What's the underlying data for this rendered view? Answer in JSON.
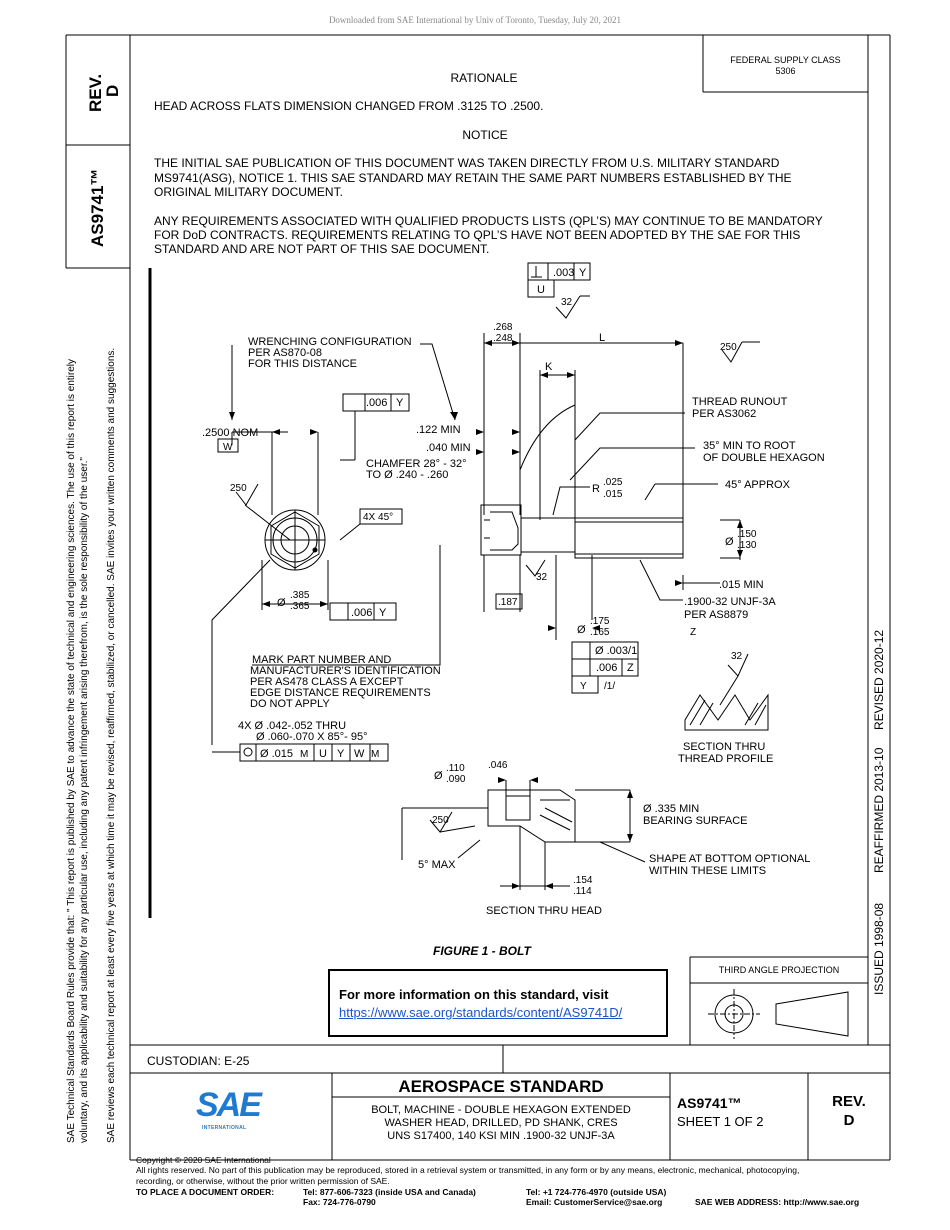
{
  "download_note": "Downloaded from SAE International by Univ of Toronto, Tuesday, July 20, 2021",
  "left_panel": {
    "rev_label": "REV.",
    "rev_value": "D",
    "doc_number": "AS9741™",
    "disclaimer_1": "SAE Technical Standards Board Rules provide that: \" This report is published by SAE to advance the state of technical and engineering sciences. The use of this report is entirely",
    "disclaimer_2": "voluntary, and its applicability and suitability for any particular use, including any patent infringement arising therefrom, is the sole responsibility of the user.\"",
    "disclaimer_3": "SAE reviews each technical report at least every five years at which time it may be revised, reaffirmed, stabilized, or cancelled. SAE invites your written comments and suggestions."
  },
  "right_panel": {
    "supply_class_line1": "FEDERAL SUPPLY CLASS",
    "supply_class_line2": "5306",
    "issued": "ISSUED 1998-08",
    "reaffirmed": "REAFFIRMED 2013-10",
    "revised": "REVISED 2020-12"
  },
  "text": {
    "rationale_heading": "RATIONALE",
    "rationale_body": "HEAD ACROSS FLATS DIMENSION CHANGED FROM .3125 TO .2500.",
    "notice_heading": "NOTICE",
    "notice_p1_l1": "THE INITIAL SAE PUBLICATION OF THIS DOCUMENT WAS TAKEN DIRECTLY FROM U.S. MILITARY STANDARD",
    "notice_p1_l2": "MS9741(ASG), NOTICE 1. THIS SAE STANDARD MAY RETAIN THE SAME PART NUMBERS ESTABLISHED BY THE",
    "notice_p1_l3": "ORIGINAL MILITARY DOCUMENT.",
    "notice_p2_l1": "ANY REQUIREMENTS ASSOCIATED WITH QUALIFIED PRODUCTS LISTS (QPL’S) MAY CONTINUE TO BE MANDATORY",
    "notice_p2_l2": "FOR DoD CONTRACTS. REQUIREMENTS RELATING TO QPL’S HAVE NOT BEEN ADOPTED BY THE SAE FOR THIS",
    "notice_p2_l3": "STANDARD AND ARE NOT PART OF THIS SAE DOCUMENT."
  },
  "drawing": {
    "tol_003": ".003",
    "datum_y": "Y",
    "datum_u": "U",
    "surface_32": "32",
    "dim_268": ".268",
    "dim_248": ".248",
    "dim_L": "L",
    "surface_250": "250",
    "dim_K": "K",
    "wrench_l1": "WRENCHING CONFIGURATION",
    "wrench_l2": "PER AS870-08",
    "wrench_l3": "FOR THIS DISTANCE",
    "tol_006": ".006",
    "nom_2500": ".2500 NOM",
    "datum_w": "W",
    "min_122": ".122 MIN",
    "min_040": ".040 MIN",
    "chamfer_l1": "CHAMFER 28° - 32°",
    "chamfer_l2": "TO Ø .240 - .260",
    "runout_l1": "THREAD RUNOUT",
    "runout_l2": "PER AS3062",
    "root_l1": "35° MIN TO ROOT",
    "root_l2": "OF DOUBLE HEXAGON",
    "approx_45": "45° APPROX",
    "r_label": "R",
    "r_025": ".025",
    "r_015": ".015",
    "four_x_45": "4X 45°",
    "dia_150": ".150",
    "dia_130": ".130",
    "dia_symbol": "Ø",
    "dia_385": ".385",
    "dia_365": ".365",
    "dim_187": ".187",
    "min_015": ".015 MIN",
    "thread_l1": ".1900-32 UNJF-3A",
    "thread_l2": "PER AS8879",
    "datum_z": "Z",
    "dia_175": ".175",
    "dia_165": ".165",
    "tol_003_1": "Ø .003/1",
    "datum_z2": "Z",
    "fcf_1": "/1/",
    "mark_l1": "MARK PART NUMBER AND",
    "mark_l2": "MANUFACTURER'S IDENTIFICATION",
    "mark_l3": "PER AS478 CLASS A EXCEPT",
    "mark_l4": "EDGE DISTANCE REQUIREMENTS",
    "mark_l5": "DO NOT APPLY",
    "holes_l1": "4X Ø .042-.052 THRU",
    "holes_l2": "Ø .060-.070 X 85°- 95°",
    "fcf_015": "Ø .015",
    "fcf_m": "M",
    "section_thread_l1": "SECTION THRU",
    "section_thread_l2": "THREAD PROFILE",
    "dia_110": ".110",
    "dia_090": ".090",
    "dim_046": ".046",
    "bearing_l1": "Ø .335 MIN",
    "bearing_l2": "BEARING SURFACE",
    "max_5": "5° MAX",
    "shape_l1": "SHAPE AT BOTTOM OPTIONAL",
    "shape_l2": "WITHIN THESE LIMITS",
    "dim_154": ".154",
    "dim_114": ".114",
    "section_head": "SECTION THRU HEAD",
    "figure_caption": "FIGURE 1 - BOLT"
  },
  "info_box": {
    "heading": "For more information on this standard, visit",
    "url": "https://www.sae.org/standards/content/AS9741D/"
  },
  "projection": {
    "label": "THIRD ANGLE PROJECTION"
  },
  "title_block": {
    "custodian": "CUSTODIAN: E-25",
    "title": "AEROSPACE STANDARD",
    "desc_l1": "BOLT, MACHINE - DOUBLE HEXAGON EXTENDED",
    "desc_l2": "WASHER HEAD, DRILLED, PD SHANK, CRES",
    "desc_l3": "UNS S17400, 140 KSI MIN .1900-32 UNJF-3A",
    "doc_number": "AS9741™",
    "sheet": "SHEET 1 OF 2",
    "rev_label": "REV.",
    "rev_value": "D",
    "logo_text": "SAE",
    "logo_sub": "INTERNATIONAL",
    "logo_color": "#1f7bd1"
  },
  "footer": {
    "copyright": "Copyright © 2020 SAE International",
    "rights_l1": "All rights reserved. No part of this publication may be reproduced, stored in a retrieval system or transmitted, in any form or by any means, electronic, mechanical, photocopying,",
    "rights_l2": "recording, or otherwise, without the prior written permission of SAE.",
    "order_label": "TO PLACE A DOCUMENT ORDER:",
    "tel_usa": "Tel: 877-606-7323 (inside USA and Canada)",
    "fax": "Fax: 724-776-0790",
    "tel_outside": "Tel: +1 724-776-4970 (outside USA)",
    "email": "Email: CustomerService@sae.org",
    "web": "SAE WEB ADDRESS: http://www.sae.org"
  }
}
